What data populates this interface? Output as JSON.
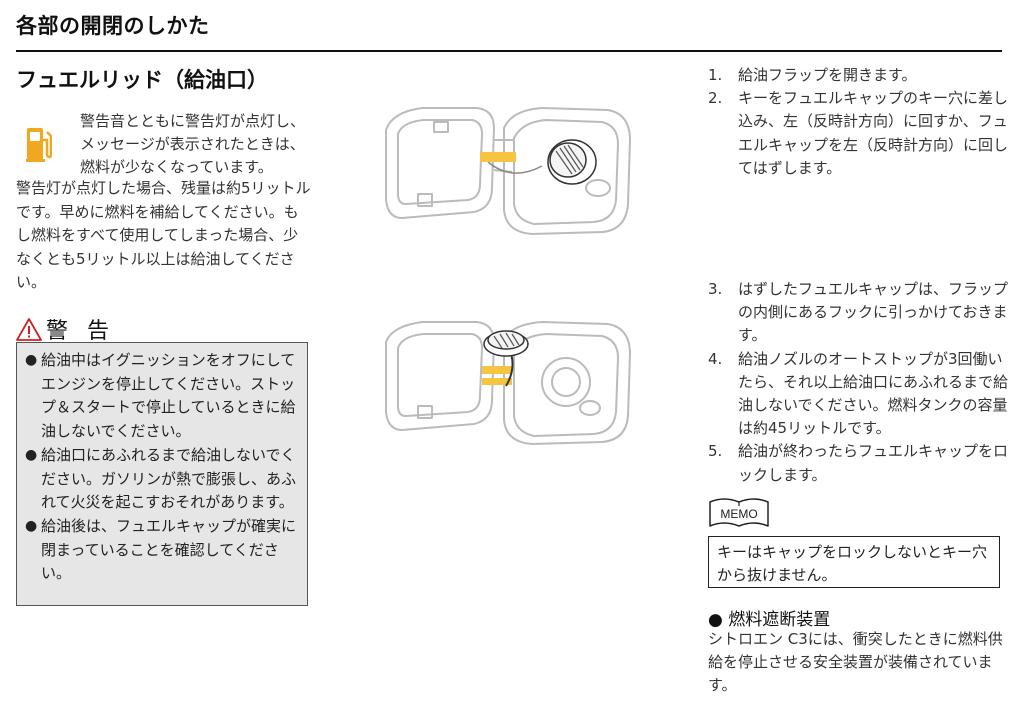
{
  "header": {
    "title": "各部の開閉のしかた"
  },
  "section": {
    "title": "フュエルリッド（給油口）"
  },
  "intro": {
    "text": "警告音とともに警告灯が点灯し、メッセージが表示されたときは、燃料が少なくなっています。"
  },
  "body": {
    "text": "警告灯が点灯した場合、残量は約5リットルです。早めに燃料を補給してください。もし燃料をすべて使用してしまった場合、少なくとも5リットル以上は給油してください。"
  },
  "warning": {
    "title": "警 告",
    "items": [
      "給油中はイグニッションをオフにしてエンジンを停止してください。ストップ＆スタートで停止しているときに給油しないでください。",
      "給油口にあふれるまで給油しないでください。ガソリンが熱で膨張し、あふれて火災を起こすおそれがあります。",
      "給油後は、フュエルキャップが確実に閉まっていることを確認してください。"
    ]
  },
  "steps_a": [
    {
      "num": "1.",
      "text": "給油フラップを開きます。"
    },
    {
      "num": "2.",
      "text": "キーをフュエルキャップのキー穴に差し込み、左（反時計方向）に回すか、フュエルキャップを左（反時計方向）に回してはずします。"
    }
  ],
  "steps_b": [
    {
      "num": "3.",
      "text": "はずしたフュエルキャップは、フラップの内側にあるフックに引っかけておきます。"
    },
    {
      "num": "4.",
      "text": "給油ノズルのオートストップが3回働いたら、それ以上給油口にあふれるまで給油しないでください。燃料タンクの容量は約45リットルです。"
    },
    {
      "num": "5.",
      "text": "給油が終わったらフュエルキャップをロックします。"
    }
  ],
  "memo": {
    "label": "MEMO",
    "text": "キーはキャップをロックしないとキー穴から抜けません。"
  },
  "fuel_cut": {
    "title": "● 燃料遮断装置",
    "text": "シトロエン C3には、衝突したときに燃料供給を停止させる安全装置が装備されています。"
  },
  "colors": {
    "accent": "#f0a820",
    "highlight": "#f5c542",
    "warn_bg": "#e6e6e6",
    "warning_icon": "#cc2222"
  },
  "icons": {
    "fuel_warning": "fuel-pump-icon",
    "warning": "warning-triangle-icon",
    "memo": "memo-book-icon"
  }
}
